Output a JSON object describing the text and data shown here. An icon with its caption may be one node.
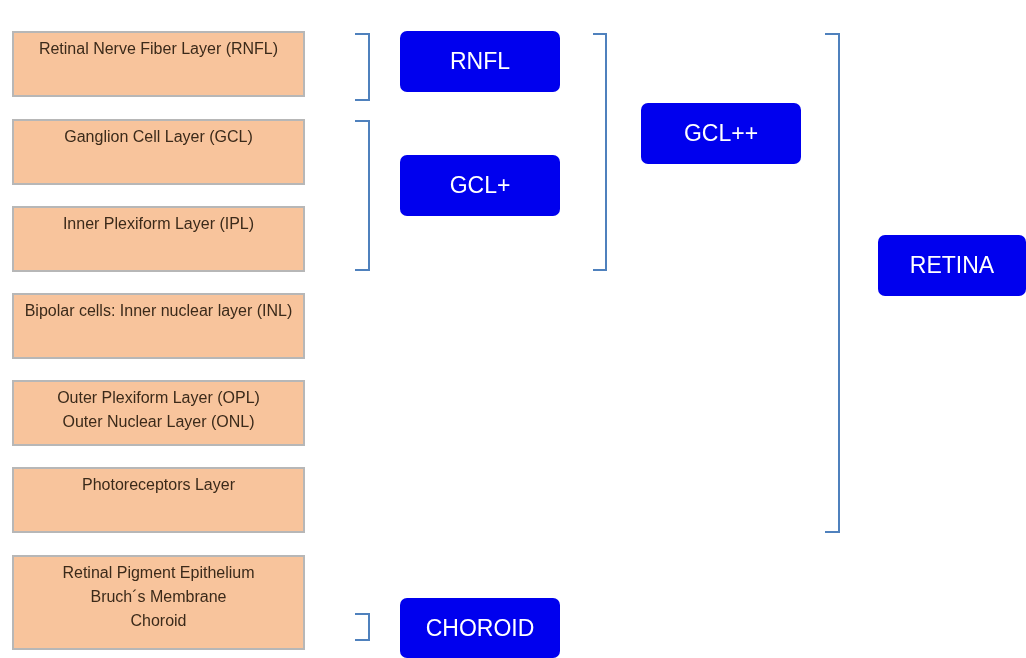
{
  "diagram": {
    "nodes": [
      {
        "text": [
          "Retinal Nerve Fiber Layer (RNFL)"
        ]
      },
      {
        "text": [
          "Ganglion Cell Layer (GCL)"
        ]
      },
      {
        "text": [
          "Inner Plexiform Layer (IPL)"
        ]
      },
      {
        "text": [
          "Bipolar cells: Inner nuclear layer (INL)"
        ]
      },
      {
        "text": [
          "Outer Plexiform Layer (OPL)",
          "Outer Nuclear Layer (ONL)"
        ]
      },
      {
        "text": [
          "Photoreceptors Layer"
        ]
      },
      {
        "text": [
          "Retinal Pigment Epithelium",
          "Bruch´s Membrane",
          "Choroid"
        ]
      },
      {
        "text": [
          "RNFL"
        ]
      },
      {
        "text": [
          "GCL+"
        ]
      },
      {
        "text": [
          "GCL++"
        ]
      },
      {
        "text": [
          "RETINA"
        ]
      },
      {
        "text": [
          "CHOROID"
        ]
      }
    ],
    "edges": []
  }
}
